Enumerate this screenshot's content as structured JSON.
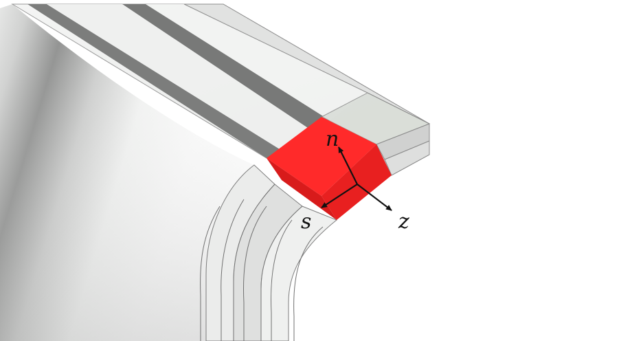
{
  "labels": {
    "normal": "n",
    "tangential": "s",
    "axial": "z"
  },
  "colors": {
    "highlight": "#ff2a2a",
    "highlight_side": "#e82020",
    "arrow": "#111111",
    "edge": "#6f6f6f"
  }
}
